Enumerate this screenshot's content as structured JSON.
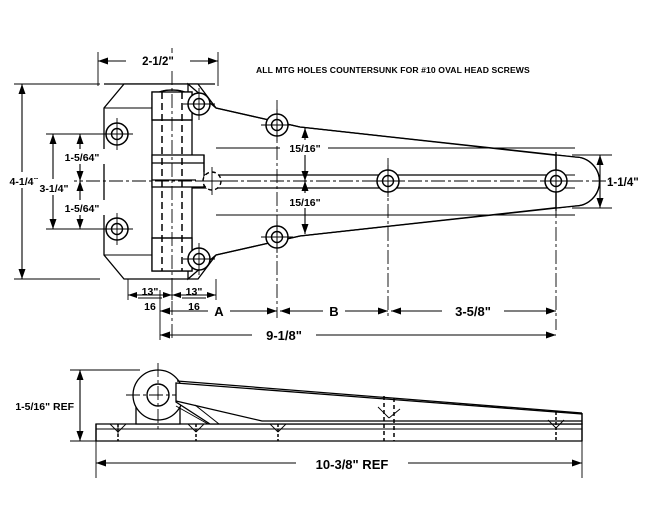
{
  "drawing": {
    "title_note": "ALL MTG HOLES COUNTERSUNK FOR #10 OVAL HEAD SCREWS",
    "views": {
      "top": "plan-view",
      "side": "side-elevation-view"
    },
    "dimensions": {
      "plate_width": "2-1/2\"",
      "plate_height_overall": "4-1/4\"",
      "hole_spacing_vertical": "3-1/4\"",
      "knuckle_offset_upper": "1-5/64\"",
      "knuckle_offset_lower": "1-5/64\"",
      "arm_tip_width": "1-1/4\"",
      "hole_offset_upper": "15/16\"",
      "hole_offset_lower": "15/16\"",
      "edge_margin_left_num": "13\"",
      "edge_margin_left_den": "16",
      "edge_margin_right_num": "13\"",
      "edge_margin_right_den": "16",
      "segment_a": "A",
      "segment_b": "B",
      "segment_c": "3-5/8\"",
      "overall_length": "9-1/8\"",
      "side_height_ref": "1-5/16\" REF",
      "side_length_ref": "10-3/8\" REF"
    },
    "colors": {
      "line": "#000000",
      "background": "#ffffff",
      "fill": "#ffffff"
    }
  }
}
